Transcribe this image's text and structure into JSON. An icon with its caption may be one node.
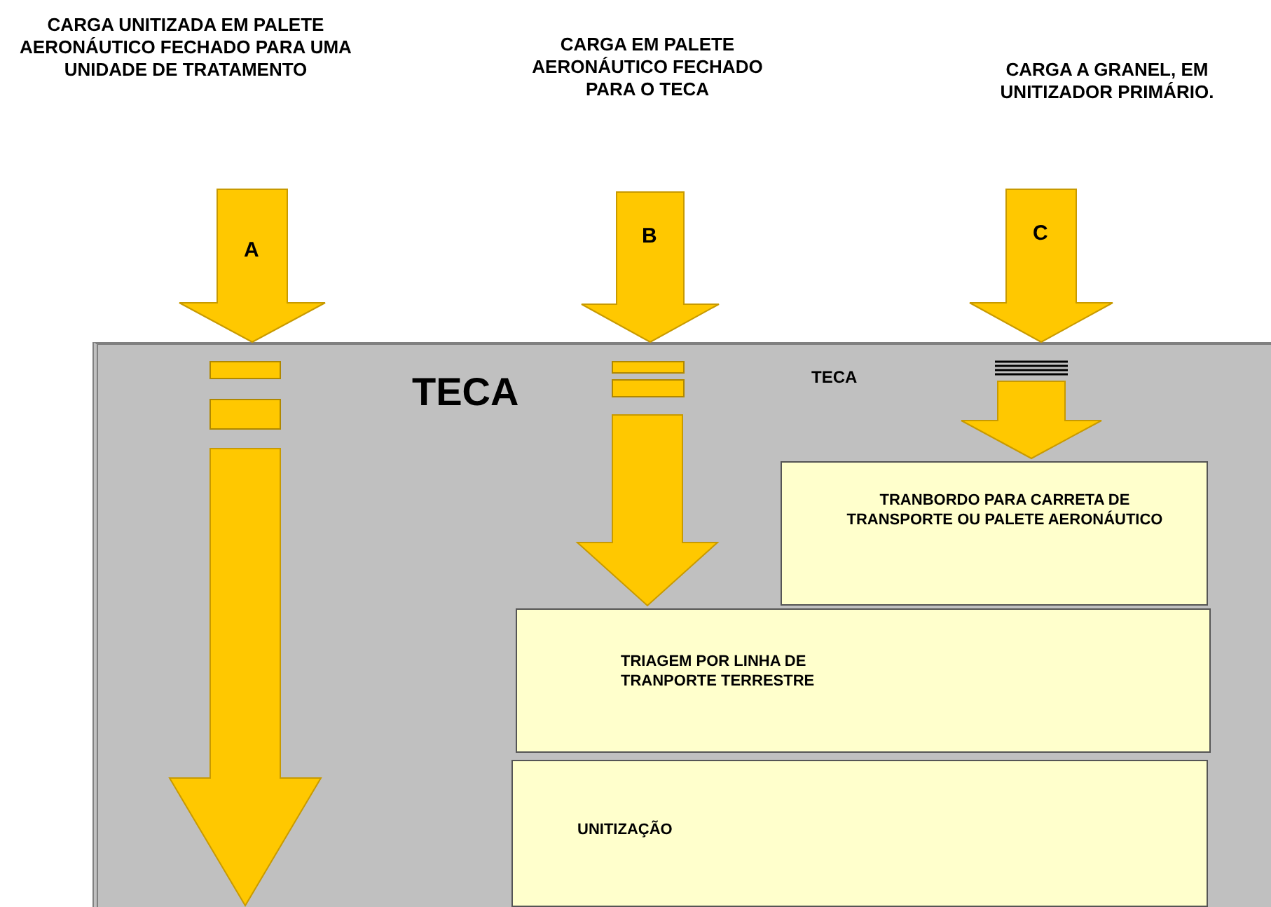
{
  "diagram": {
    "nodes": [
      {
        "text": [
          "CARGA UNITIZADA EM PALETE AERONÁUTICO FECHADO PARA UMA UNIDADE DE TRATAMENTO"
        ]
      },
      {
        "text": [
          "CARGA EM PALETE AERONÁUTICO FECHADO PARA O TECA"
        ]
      },
      {
        "text": [
          "CARGA A GRANEL, EM UNITIZADOR PRIMÁRIO."
        ]
      },
      {
        "text": [
          "TECA"
        ]
      },
      {
        "text": [
          "TRANBORDO PARA CARRETA DE TRANSPORTE OU PALETE AERONÁUTICO"
        ],
        "in": 3
      },
      {
        "text": [
          "TRIAGEM POR LINHA DE TRANPORTE TERRESTRE"
        ],
        "in": 3
      },
      {
        "text": [
          "UNITIZAÇÃO"
        ],
        "in": 3
      }
    ],
    "edges": [
      {
        "from": 0,
        "to": 3,
        "arrow": "to",
        "label": "A"
      },
      {
        "from": 1,
        "to": 3,
        "arrow": "to",
        "label": "B"
      },
      {
        "from": null,
        "to": 5,
        "arrow": "to"
      },
      {
        "from": 2,
        "to": 3,
        "arrow": "to",
        "label": "C"
      },
      {
        "from": null,
        "to": 4,
        "arrow": "to"
      }
    ],
    "labels": [
      "TECA"
    ]
  }
}
